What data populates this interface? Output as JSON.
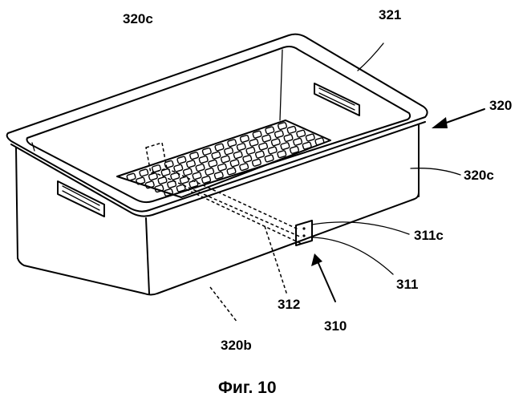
{
  "figure": {
    "caption": "Фиг. 10",
    "labels": {
      "top_panel": "320c",
      "rim": "321",
      "assembly": "320",
      "side_panel": "320c",
      "hole": "311c",
      "plate": "311",
      "dashed_line": "312",
      "pointer": "310",
      "front_panel": "320b"
    }
  }
}
